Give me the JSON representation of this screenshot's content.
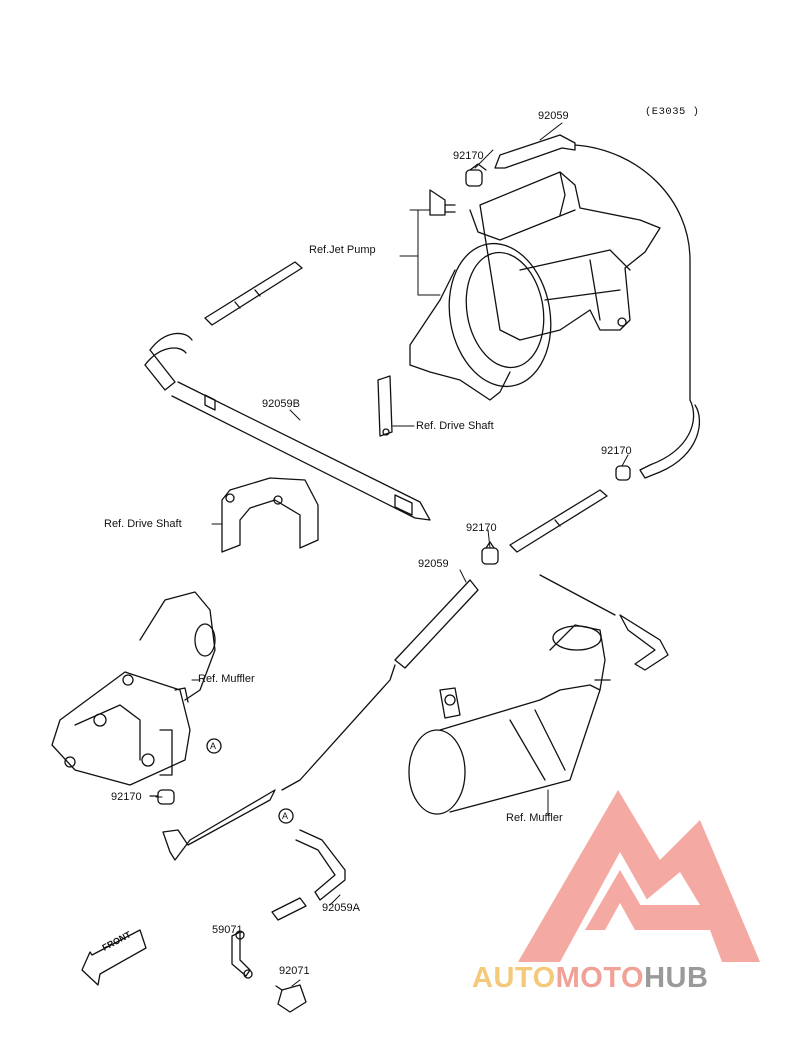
{
  "diagram_code": "(E3035 )",
  "part_labels": {
    "p92059_top": "92059",
    "p92170_top": "92170",
    "ref_jet_pump": "Ref.Jet Pump",
    "p92059B": "92059B",
    "ref_drive_shaft_upper": "Ref. Drive Shaft",
    "p92170_right": "92170",
    "ref_drive_shaft_lower": "Ref. Drive Shaft",
    "p92170_mid": "92170",
    "p92059_mid": "92059",
    "ref_muffler_left": "Ref. Muffler",
    "p92170_left": "92170",
    "ref_muffler_right": "Ref. Muffler",
    "p92059A": "92059A",
    "p59071": "59071",
    "p92071": "92071"
  },
  "markers": {
    "a1": "A",
    "a2": "A"
  },
  "front_arrow": "FRONT",
  "watermark": {
    "auto": "AUTO",
    "moto": "MOTO",
    "hub": "HUB"
  },
  "colors": {
    "line": "#111111",
    "watermark_red": "#ef7c74",
    "watermark_yellow": "#f5c97a",
    "watermark_grey": "#9a9a9a"
  }
}
